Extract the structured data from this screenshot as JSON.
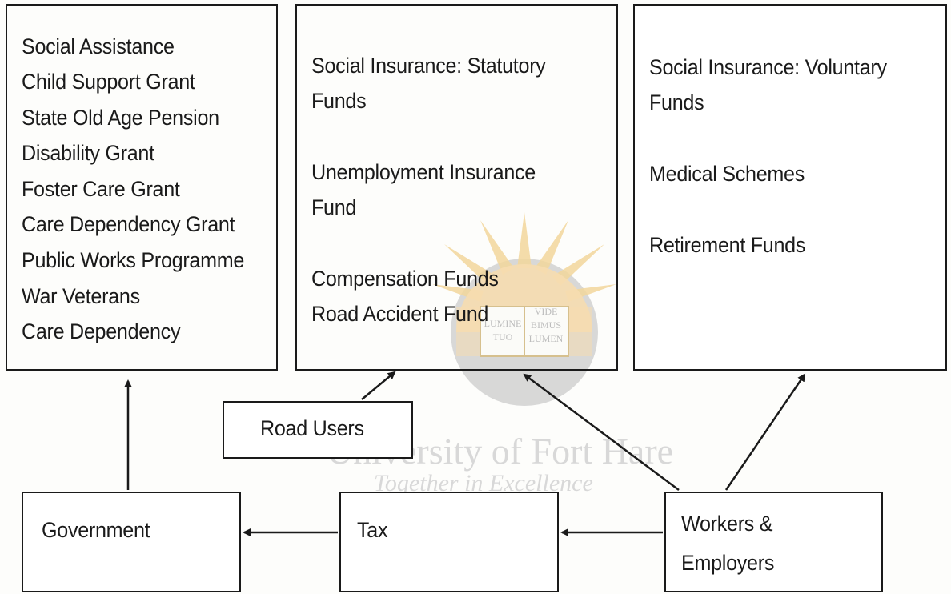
{
  "boxes": {
    "social_assistance": [
      "Social Assistance",
      "Child Support Grant",
      "State Old Age Pension",
      "Disability Grant",
      "Foster Care Grant",
      "Care Dependency Grant",
      "Public Works Programme",
      "War Veterans",
      "Care Dependency"
    ],
    "statutory": {
      "heading": [
        "Social Insurance: Statutory",
        "Funds"
      ],
      "uif": [
        "Unemployment Insurance",
        "Fund"
      ],
      "other": [
        "Compensation Funds",
        "Road Accident Fund"
      ]
    },
    "voluntary": {
      "heading": [
        "Social Insurance: Voluntary",
        "Funds"
      ],
      "medical": "Medical Schemes",
      "retirement": "Retirement Funds"
    },
    "road_users": "Road Users",
    "government": "Government",
    "tax": "Tax",
    "workers": [
      "Workers &",
      "Employers"
    ]
  },
  "watermark": {
    "university": "University of Fort Hare",
    "motto": "Together in Excellence",
    "book_left": [
      "LUMINE",
      "TUO"
    ],
    "book_right": [
      "VIDE",
      "BIMUS",
      "LUMEN"
    ],
    "colors": {
      "sun": "#f6ddb0",
      "ray": "#f3d79c",
      "disc": "#c9c9c9",
      "text": "#d8d8d8"
    }
  }
}
